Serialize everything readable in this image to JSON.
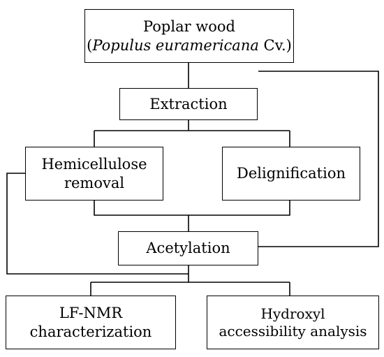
{
  "diagram": {
    "nodes": {
      "poplar": {
        "line1": "Poplar wood",
        "line2_open": "(",
        "line2_italic": "Populus euramericana",
        "line2_close": " Cv.)"
      },
      "extraction": {
        "label": "Extraction"
      },
      "hemicellulose": {
        "line1": "Hemicellulose",
        "line2": "removal"
      },
      "delignification": {
        "label": "Delignification"
      },
      "acetylation": {
        "label": "Acetylation"
      },
      "lfnmr": {
        "line1": "LF-NMR",
        "line2": "characterization"
      },
      "hydroxyl": {
        "line1": "Hydroxyl",
        "line2": "accessibility analysis"
      }
    },
    "colors": {
      "line": "#000000",
      "box_fill": "#ffffff",
      "background": "#ffffff"
    }
  }
}
